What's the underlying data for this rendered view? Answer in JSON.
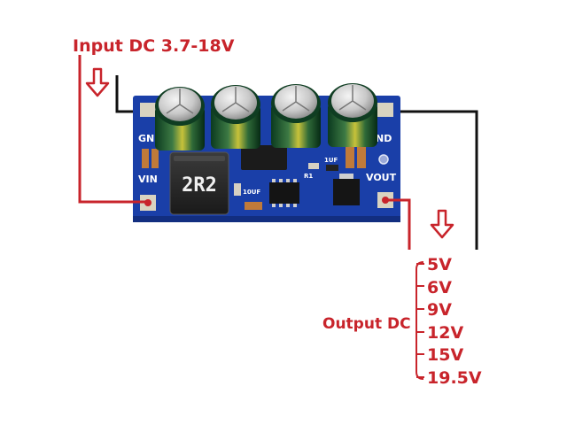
{
  "input_label": "Input DC 3.7-18V",
  "output_label": "Output DC",
  "output_voltages": [
    "5V",
    "6V",
    "9V",
    "12V",
    "15V",
    "19.5V"
  ],
  "board": {
    "inductor_marking": "2R2",
    "silk_gnd_left": "GND",
    "silk_gnd_right": "GND",
    "silk_vin": "VIN",
    "silk_vout": "VOUT",
    "silk_cap_small_1": "10UF",
    "silk_cap_small_2": "1UF",
    "silk_resistor": "R1"
  },
  "colors": {
    "label_red": "#c8242b",
    "wire_black": "#111111",
    "pcb_blue": "#1a3fa8"
  }
}
